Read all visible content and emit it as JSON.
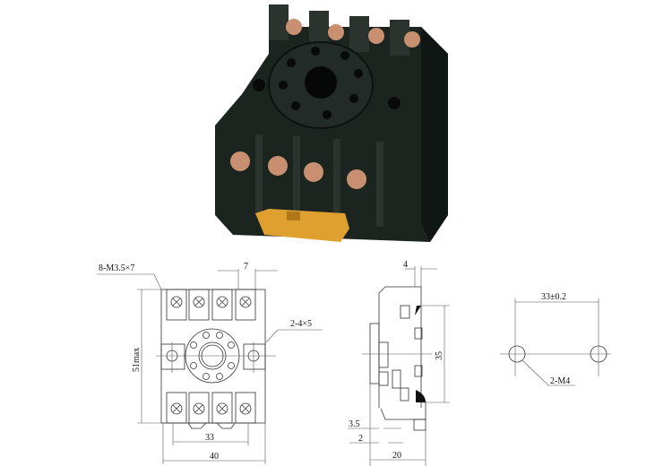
{
  "photo": {
    "subject": "relay-socket",
    "colors": {
      "body": "#1c2420",
      "clip": "#e0a030",
      "screw": "#c89070"
    }
  },
  "front_view": {
    "screw_label": "8-M3.5×7",
    "terminal_pitch": "7",
    "mount_hole_label": "2-4×5",
    "height_label": "51max",
    "hole_spacing": "33",
    "width_label": "40"
  },
  "side_view": {
    "top_offset": "4",
    "rail_height": "35",
    "dim_a": "3.5",
    "dim_b": "2",
    "depth": "20"
  },
  "mounting_view": {
    "spacing_label": "33±0.2",
    "hole_label": "2-M4"
  }
}
